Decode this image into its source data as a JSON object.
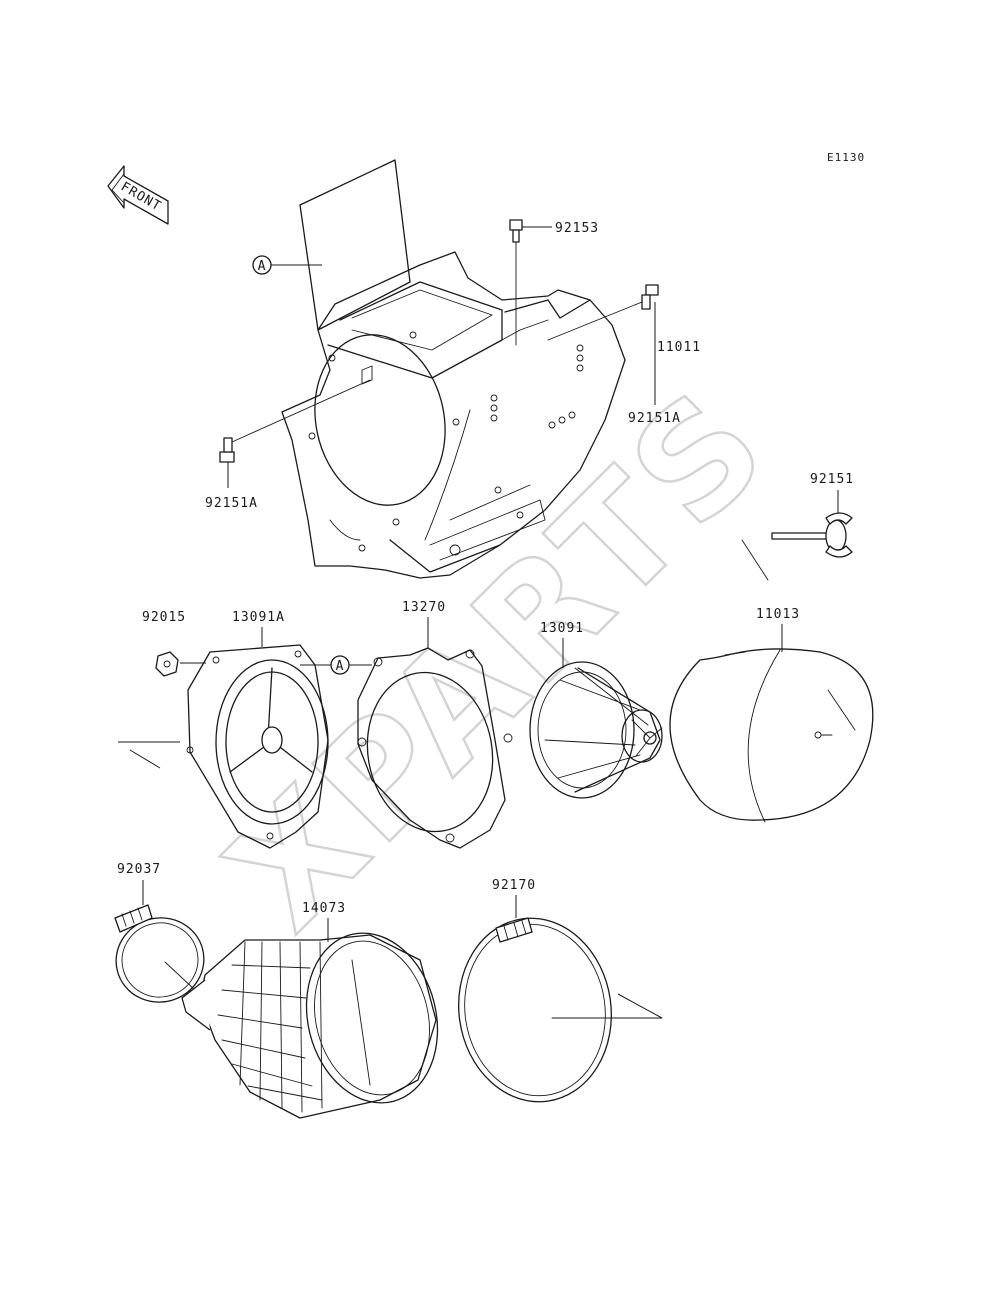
{
  "diagram_code": "E1130",
  "front_label": "FRONT",
  "watermark": "XPARTS",
  "ref_marker": "A",
  "parts": {
    "p92153": "92153",
    "p11011": "11011",
    "p92151A_left": "92151A",
    "p92151A_right": "92151A",
    "p92151": "92151",
    "p92015": "92015",
    "p13091A": "13091A",
    "p13270": "13270",
    "p13091": "13091",
    "p11013": "11013",
    "p92037": "92037",
    "p14073": "14073",
    "p92170": "92170"
  }
}
